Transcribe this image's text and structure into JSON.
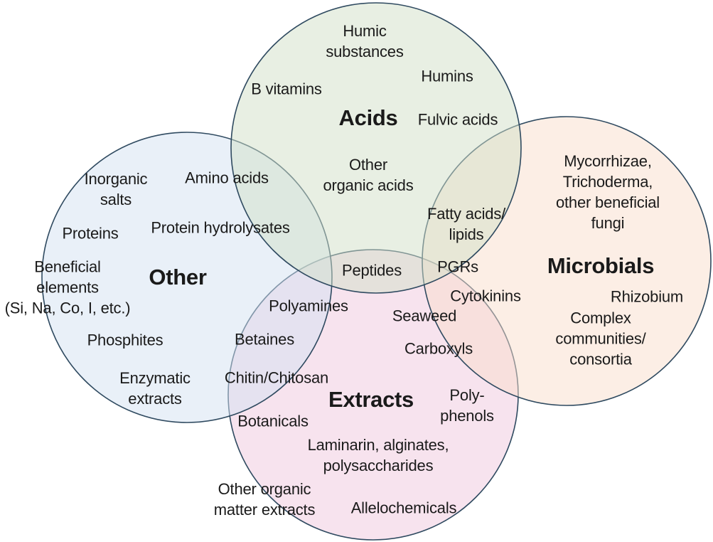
{
  "venn": {
    "description": "Venn diagram of biostimulant categories",
    "stroke_color": "#2f4a60",
    "background": "#ffffff",
    "fill_opacity": "0.5",
    "sets": {
      "acids": {
        "title": "Acids",
        "color": "#d1dfc7",
        "items": {
          "humic_substances": "Humic\nsubstances",
          "humins": "Humins",
          "b_vitamins": "B vitamins",
          "fulvic_acids": "Fulvic acids",
          "other_organic_acids": "Other\norganic acids"
        }
      },
      "microbials": {
        "title": "Microbials",
        "color": "#f9ddcb",
        "items": {
          "mycorrhizae": "Mycorrhizae,\nTrichoderma,\nother beneficial fungi",
          "rhizobium": "Rhizobium",
          "complex_communities": "Complex communities/\nconsortia"
        }
      },
      "other": {
        "title": "Other",
        "color": "#d3e1f1",
        "items": {
          "inorganic_salts": "Inorganic\nsalts",
          "proteins": "Proteins",
          "beneficial_elements": "Beneficial\nelements\n(Si, Na, Co, I, etc.)",
          "phosphites": "Phosphites",
          "enzymatic_extracts": "Enzymatic\nextracts"
        }
      },
      "extracts": {
        "title": "Extracts",
        "color": "#efc7dd",
        "items": {
          "botanicals": "Botanicals",
          "laminarin": "Laminarin, alginates,\npolysaccharides",
          "other_organic_matter": "Other organic\nmatter extracts",
          "allelochemicals": "Allelochemicals",
          "polyphenols": "Poly-\nphenols"
        }
      }
    },
    "overlaps": {
      "acids_other": {
        "amino_acids": "Amino acids",
        "protein_hydrolysates": "Protein hydrolysates"
      },
      "acids_microbials": {
        "fatty_acids": "Fatty acids/\nlipids"
      },
      "acids_extracts": {
        "peptides": "Peptides"
      },
      "acids_microbials_extracts": {
        "pgrs": "PGRs"
      },
      "microbials_extracts": {
        "cytokinins": "Cytokinins",
        "seaweed": "Seaweed",
        "carboxyls": "Carboxyls"
      },
      "other_extracts": {
        "polyamines": "Polyamines",
        "betaines": "Betaines",
        "chitin_chitosan": "Chitin/Chitosan"
      }
    }
  }
}
